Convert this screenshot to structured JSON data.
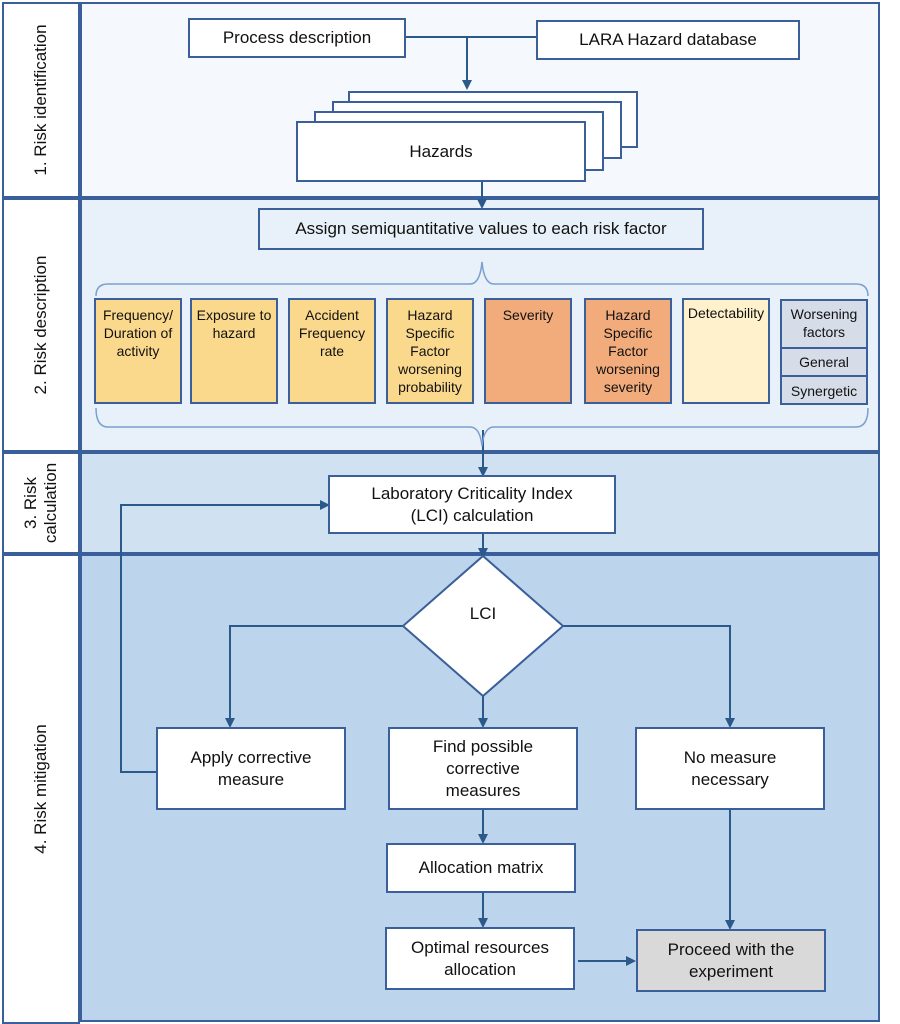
{
  "lanes": {
    "identification": "1. Risk identification",
    "description": "2. Risk description",
    "calculation": "3. Risk\ncalculation",
    "mitigation": "4. Risk mitigation"
  },
  "nodes": {
    "process_description": "Process description",
    "lara_database": "LARA Hazard database",
    "hazards": "Hazards",
    "assign_values": "Assign semiquantitative values to each risk factor",
    "lci_calculation": "Laboratory Criticality Index (LCI) calculation",
    "lci_decision": "LCI",
    "apply_corrective": "Apply corrective measure",
    "find_corrective": "Find possible corrective measures",
    "no_measure": "No measure necessary",
    "allocation_matrix": "Allocation matrix",
    "optimal_allocation": "Optimal resources allocation",
    "proceed": "Proceed with the experiment"
  },
  "factors": [
    {
      "label": "Frequency/ Duration of activity",
      "group": "probability"
    },
    {
      "label": "Exposure to hazard",
      "group": "probability"
    },
    {
      "label": "Accident Frequency rate",
      "group": "probability"
    },
    {
      "label": "Hazard Specific Factor worsening probability",
      "group": "probability"
    },
    {
      "label": "Severity",
      "group": "severity"
    },
    {
      "label": "Hazard Specific Factor worsening severity",
      "group": "severity"
    },
    {
      "label": "Detectability",
      "group": "detectability"
    }
  ],
  "worsening_factors": {
    "title": "Worsening factors",
    "items": [
      "General",
      "Synergetic"
    ]
  },
  "colors": {
    "border": "#3a5f9a",
    "lane1_bg": "#f5f8fc",
    "lane2_bg": "#e8f0f9",
    "lane3_bg": "#d0e1f2",
    "lane4_bg": "#bdd5ec",
    "probability": "#fbd98c",
    "severity": "#f2ac7c",
    "detectability": "#fff1cc",
    "worsening": "#d6dde8",
    "proceed": "#d9d9d9"
  }
}
